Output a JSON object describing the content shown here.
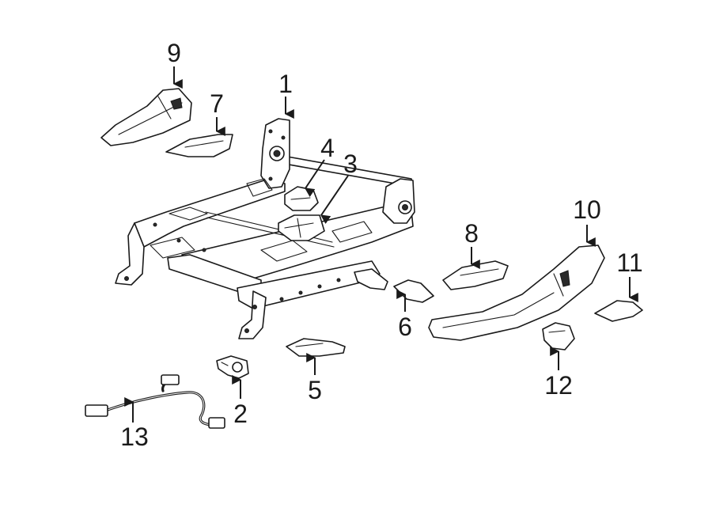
{
  "callouts": [
    {
      "id": "1",
      "text": "1"
    },
    {
      "id": "2",
      "text": "2"
    },
    {
      "id": "3",
      "text": "3"
    },
    {
      "id": "4",
      "text": "4"
    },
    {
      "id": "5",
      "text": "5"
    },
    {
      "id": "6",
      "text": "6"
    },
    {
      "id": "7",
      "text": "7"
    },
    {
      "id": "8",
      "text": "8"
    },
    {
      "id": "9",
      "text": "9"
    },
    {
      "id": "10",
      "text": "10"
    },
    {
      "id": "11",
      "text": "11"
    },
    {
      "id": "12",
      "text": "12"
    },
    {
      "id": "13",
      "text": "13"
    }
  ],
  "colors": {
    "ink": "#1a1a1a",
    "background": "#ffffff"
  }
}
